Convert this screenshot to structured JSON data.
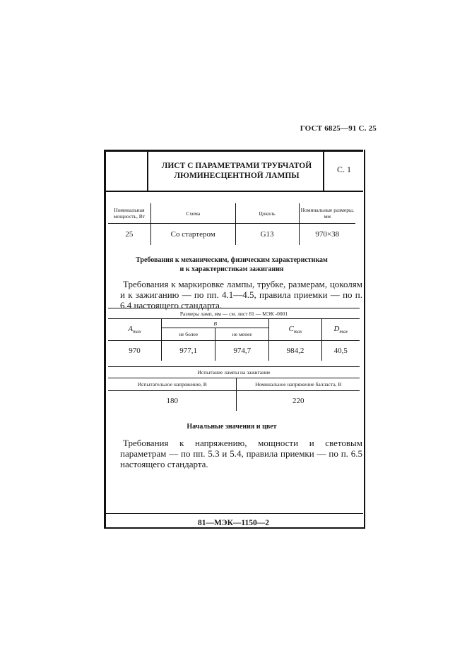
{
  "page_header": "ГОСТ 6825—91 С. 25",
  "sheet": {
    "title_line1": "ЛИСТ С ПАРАМЕТРАМИ ТРУБЧАТОЙ",
    "title_line2": "ЛЮМИНЕСЦЕНТНОЙ ЛАМПЫ",
    "number": "С. 1"
  },
  "main_table": {
    "headers": [
      "Номинальная мощность, Вт",
      "Схема",
      "Цоколь",
      "Номинальные размеры, мм"
    ],
    "row": [
      "25",
      "Со стартером",
      "G13",
      "970×38"
    ]
  },
  "section1": {
    "heading_line1": "Требования к механическим, физическим характеристикам",
    "heading_line2": "и к характеристикам зажигания",
    "text": "Требования к маркировке лампы, трубке, размерам, цоколям и к зажиганию — по пп. 4.1—4.5, правила приемки — по п. 6.4 настоящего стандарта."
  },
  "dims_table": {
    "caption": "Размеры ламп, мм — см. лист 81 — МЭК -0001",
    "col_a": "A",
    "col_a_sub": "max",
    "col_b": "B",
    "col_b_min": "не более",
    "col_b_max": "не менее",
    "col_c": "C",
    "col_c_sub": "max",
    "col_d": "D",
    "col_d_sub": "max",
    "values": [
      "970",
      "977,1",
      "974,7",
      "984,2",
      "40,5"
    ]
  },
  "ignition_table": {
    "caption": "Испытание лампы на зажигание",
    "headers": [
      "Испытательное напряжение, В",
      "Номинальное напряжение балласта, В"
    ],
    "values": [
      "180",
      "220"
    ]
  },
  "section2": {
    "heading": "Начальные значения и цвет",
    "text": "Требования к напряжению, мощности и световым параметрам — по пп. 5.3 и 5.4, правила приемки — по п. 6.5 настоящего стандарта."
  },
  "footer": "81—МЭК—1150—2"
}
